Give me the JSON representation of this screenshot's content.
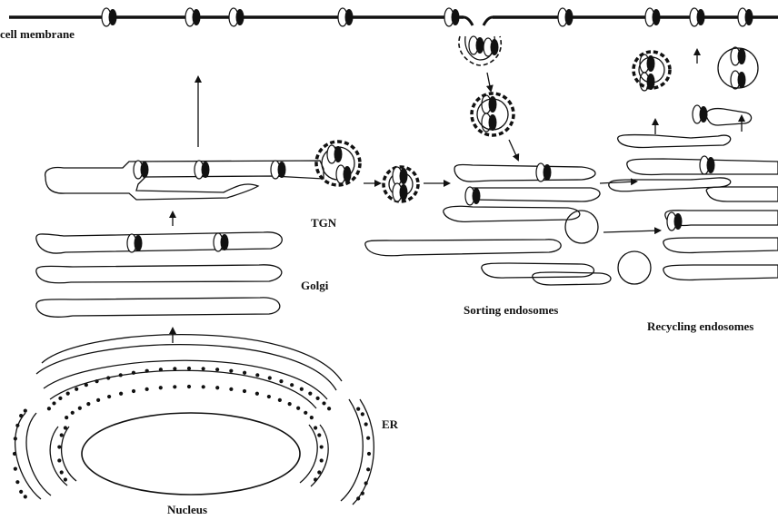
{
  "labels": {
    "cell_membrane": "cell membrane",
    "tgn": "TGN",
    "golgi": "Golgi",
    "sorting_endosomes": "Sorting endosomes",
    "recycling_endosomes": "Recycling endosomes",
    "er": "ER",
    "nucleus": "Nucleus"
  },
  "colors": {
    "ink": "#111111",
    "background": "#ffffff"
  }
}
